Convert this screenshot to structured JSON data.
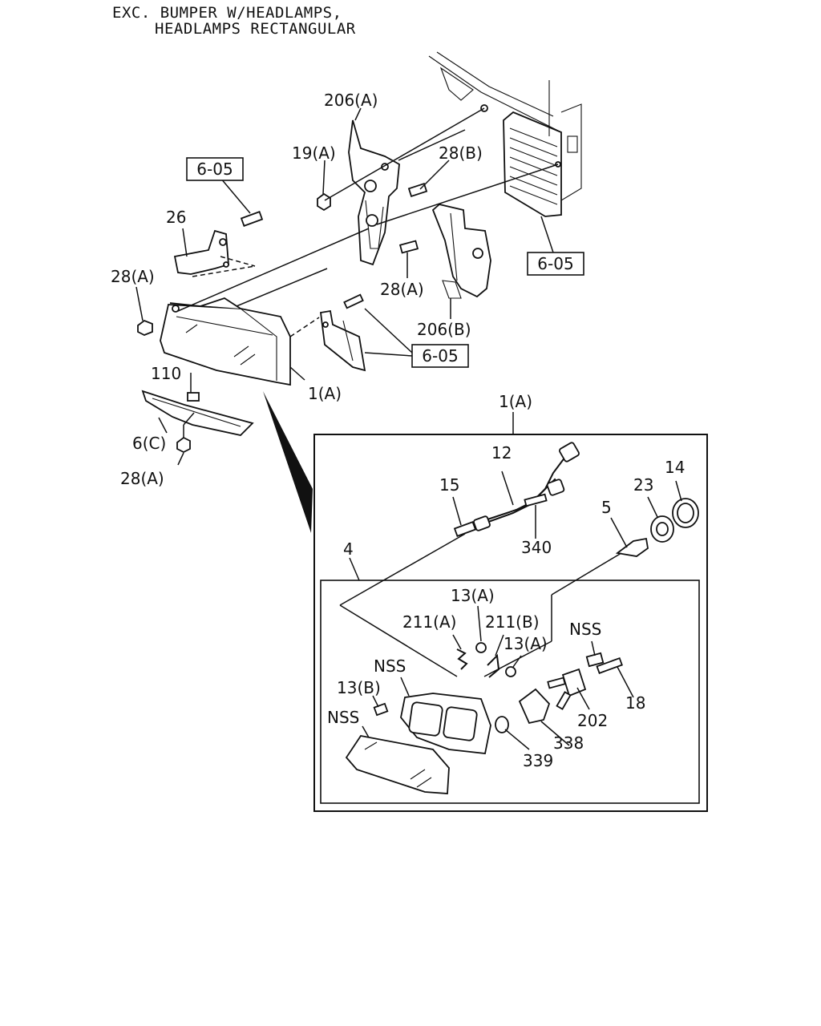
{
  "header": {
    "line1": "EXC. BUMPER W/HEADLAMPS,",
    "line2": "HEADLAMPS RECTANGULAR"
  },
  "refs": {
    "ref_605_left": "6-05",
    "ref_605_right": "6-05",
    "ref_605_center": "6-05"
  },
  "labels": {
    "l206a": "206(A)",
    "l19a": "19(A)",
    "l28b": "28(B)",
    "l26": "26",
    "l28a_left": "28(A)",
    "l28a_mid": "28(A)",
    "l206b": "206(B)",
    "l1a_main": "1(A)",
    "l110": "110",
    "l6c": "6(C)",
    "l28a_bottom": "28(A)",
    "l1a_inset": "1(A)",
    "l12": "12",
    "l15": "15",
    "l340": "340",
    "l5": "5",
    "l23": "23",
    "l14": "14",
    "l4": "4",
    "l13a_top": "13(A)",
    "l211a": "211(A)",
    "l211b": "211(B)",
    "l13a_right": "13(A)",
    "nss_top": "NSS",
    "nss_right": "NSS",
    "l13b": "13(B)",
    "nss_left": "NSS",
    "l18": "18",
    "l202": "202",
    "l338": "338",
    "l339": "339"
  }
}
